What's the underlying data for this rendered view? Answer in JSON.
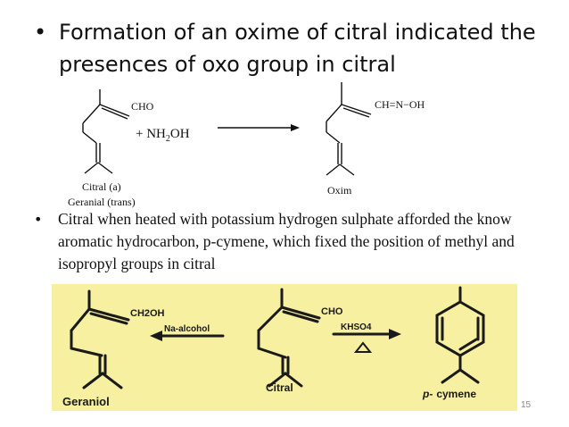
{
  "slide": {
    "bullet_symbol": "•",
    "bullet1": "Formation of an oxime of citral indicated the presences of oxo group in citral",
    "bullet2": "Citral when heated with potassium hydrogen sulphate afforded the know aromatic  hydrocarbon, p-cymene, which fixed the position of methyl and isopropyl groups in citral",
    "page_number": "15"
  },
  "reaction1": {
    "cho_label": "CHO",
    "reagent_plus": "+  NH",
    "reagent_sub": "2",
    "reagent_tail": "OH",
    "oxime_group": "CH=N−OH",
    "citral_label": "Citral (a)",
    "geranial_label": "Geranial (trans)",
    "oxim_label": "Oxim"
  },
  "reaction2": {
    "ch2oh_label": "CH2OH",
    "na_alcohol_label": "Na-alcohol",
    "cho_label": "CHO",
    "khso4_label": "KHSO4",
    "geraniol_label": "Geraniol",
    "citral_label": "Citral",
    "cymene_prefix": "p-",
    "cymene_label": "cymene",
    "panel_color": "#f6f0a0"
  }
}
